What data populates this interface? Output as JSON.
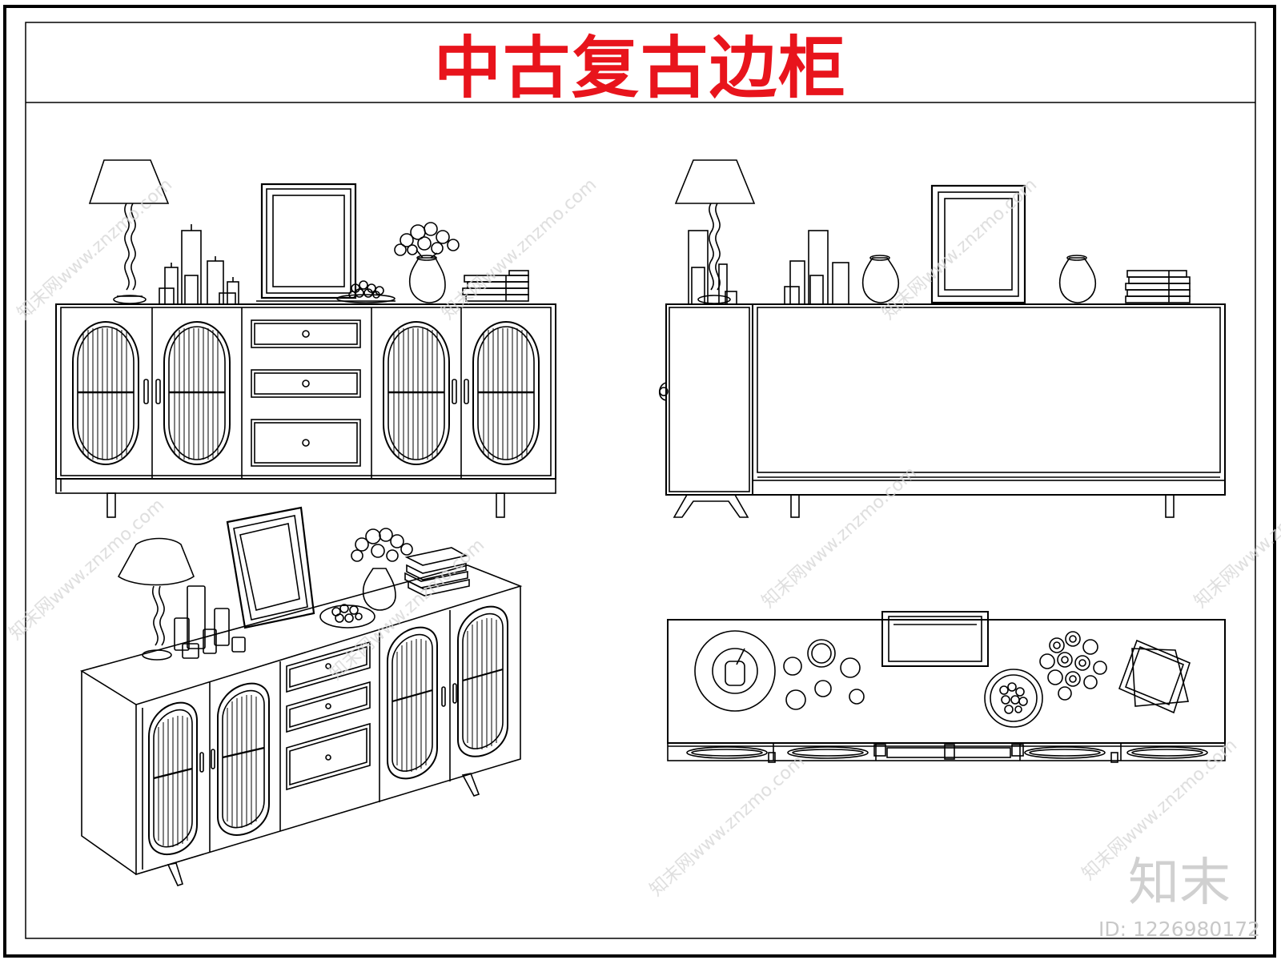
{
  "title": "中古复古边柜",
  "watermark": {
    "brand": "知末",
    "id_text": "ID: 1226980172",
    "site": "知末网www.znzmo.com"
  },
  "colors": {
    "title": "#e8141c",
    "line": "#000000",
    "watermark": "#d0d0d0"
  },
  "views": [
    "front-elevation",
    "side-elevation",
    "perspective",
    "top-plan"
  ]
}
